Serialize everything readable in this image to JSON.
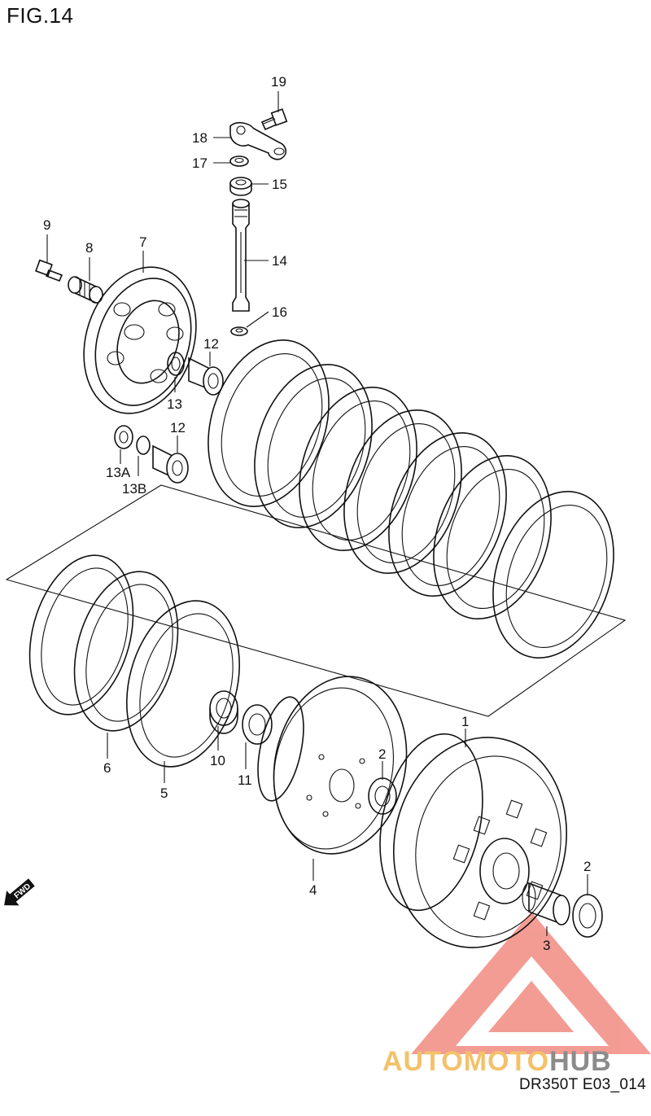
{
  "figure_title": "FIG.14",
  "figure_code": "DR350T E03_014",
  "direction_label": "FWD",
  "watermark": {
    "part1": "AUTOMOTO",
    "part2": "HUB",
    "color_primary": "#f08080",
    "color_text1": "#f4c16a",
    "color_text2": "#8b8b8b"
  },
  "callouts": {
    "c1": "1",
    "c2a": "2",
    "c2b": "2",
    "c3": "3",
    "c4": "4",
    "c5": "5",
    "c6": "6",
    "c7": "7",
    "c8": "8",
    "c9": "9",
    "c10": "10",
    "c11": "11",
    "c12a": "12",
    "c12b": "12",
    "c13": "13",
    "c13a": "13A",
    "c13b": "13B",
    "c14": "14",
    "c15": "15",
    "c16": "16",
    "c17": "17",
    "c18": "18",
    "c19": "19"
  }
}
